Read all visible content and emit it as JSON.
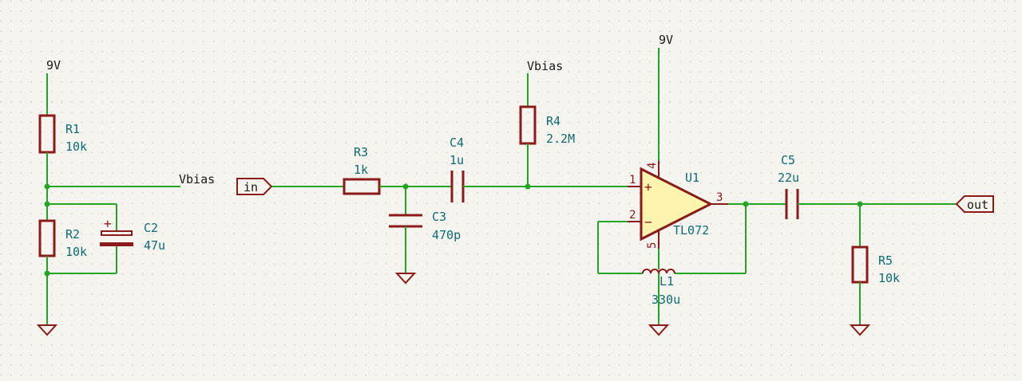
{
  "nets": {
    "top_left_power": "9V",
    "top_opamp_power": "9V",
    "vbias_out": "Vbias",
    "vbias_r4": "Vbias"
  },
  "ports": {
    "input": "in",
    "output": "out"
  },
  "components": {
    "r1": {
      "ref": "R1",
      "value": "10k"
    },
    "r2": {
      "ref": "R2",
      "value": "10k"
    },
    "c2": {
      "ref": "C2",
      "value": "47u"
    },
    "r3": {
      "ref": "R3",
      "value": "1k"
    },
    "c3": {
      "ref": "C3",
      "value": "470p"
    },
    "c4": {
      "ref": "C4",
      "value": "1u"
    },
    "r4": {
      "ref": "R4",
      "value": "2.2M"
    },
    "u1": {
      "ref": "U1",
      "value": "TL072"
    },
    "l1": {
      "ref": "L1",
      "value": "330u"
    },
    "c5": {
      "ref": "C5",
      "value": "22u"
    },
    "r5": {
      "ref": "R5",
      "value": "10k"
    }
  },
  "opamp_pins": {
    "noninv": "1",
    "inv": "2",
    "out": "3",
    "vpos": "4",
    "vneg": "5",
    "plus_sign": "+",
    "minus_sign": "−"
  },
  "c2_polarity": "+",
  "colors": {
    "wire": "#24a524",
    "component": "#8b1a1a",
    "reference_text": "#0f6b73",
    "opamp_fill": "#fff3b0",
    "background": "#f5f4ef"
  }
}
